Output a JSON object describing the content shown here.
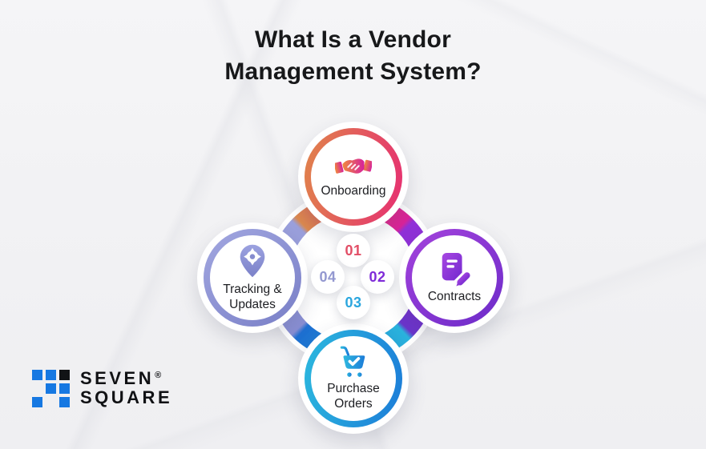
{
  "title": {
    "line1": "What Is a Vendor",
    "line2": "Management System?"
  },
  "diagram": {
    "nodes": [
      {
        "id": "onboarding",
        "number": "01",
        "label_line1": "Onboarding",
        "label_line2": "",
        "icon": "handshake-icon",
        "ring_gradient": [
          "#E0854A",
          "#E62E72"
        ],
        "icon_gradient": [
          "#F08A3C",
          "#D6219C"
        ],
        "number_color": "#E24E66"
      },
      {
        "id": "contracts",
        "number": "02",
        "label_line1": "Contracts",
        "label_line2": "",
        "icon": "contract-pen-icon",
        "ring_gradient": [
          "#A443DC",
          "#6C2BC9"
        ],
        "icon_gradient": [
          "#A848E2",
          "#7227CE"
        ],
        "number_color": "#7F2BD8"
      },
      {
        "id": "purchase-orders",
        "number": "03",
        "label_line1": "Purchase",
        "label_line2": "Orders",
        "icon": "shopping-cart-icon",
        "ring_gradient": [
          "#2CB8DE",
          "#1C7CD8"
        ],
        "icon_gradient": [
          "#2FB9DF",
          "#1C7CD8"
        ],
        "number_color": "#2BA6DE"
      },
      {
        "id": "tracking-updates",
        "number": "04",
        "label_line1": "Tracking &",
        "label_line2": "Updates",
        "icon": "location-pin-icon",
        "ring_gradient": [
          "#A2A7E0",
          "#797FC7"
        ],
        "icon_gradient": [
          "#9CA2E0",
          "#7B81C8"
        ],
        "number_color": "#9398D0"
      }
    ],
    "segment_ring_colors": [
      "#E5436F",
      "#DB239A",
      "#9132D8",
      "#6B35CC",
      "#2BB4DE",
      "#1E6FD2",
      "#8A8FD4",
      "#9BA0DC",
      "#DD8A4E"
    ]
  },
  "logo": {
    "name_line1": "SEVEN",
    "name_line2": "SQUARE",
    "registered_mark": "®",
    "square_color": "#1678E2",
    "accent_square_color": "#111316"
  }
}
